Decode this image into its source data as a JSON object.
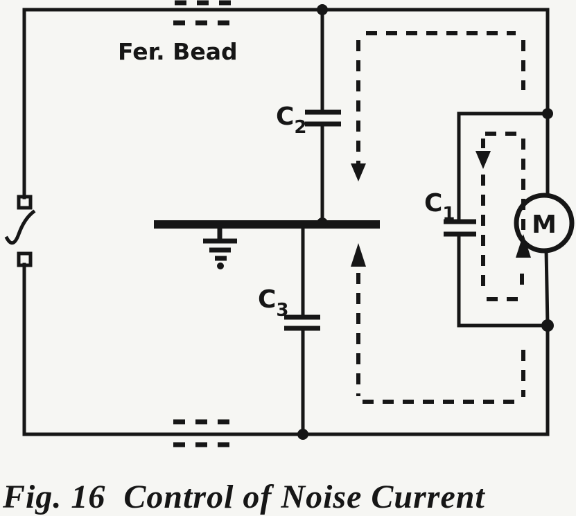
{
  "colors": {
    "ink": "#161616",
    "paper": "#f6f6f3"
  },
  "diagram": {
    "labels": {
      "fer_bead": "Fer. Bead",
      "c2": {
        "base": "C",
        "sub": "2"
      },
      "c3": {
        "base": "C",
        "sub": "3"
      },
      "c1": {
        "base": "C",
        "sub": "1"
      },
      "motor": "M"
    }
  },
  "caption": "Fig. 16  Control of Noise Current"
}
